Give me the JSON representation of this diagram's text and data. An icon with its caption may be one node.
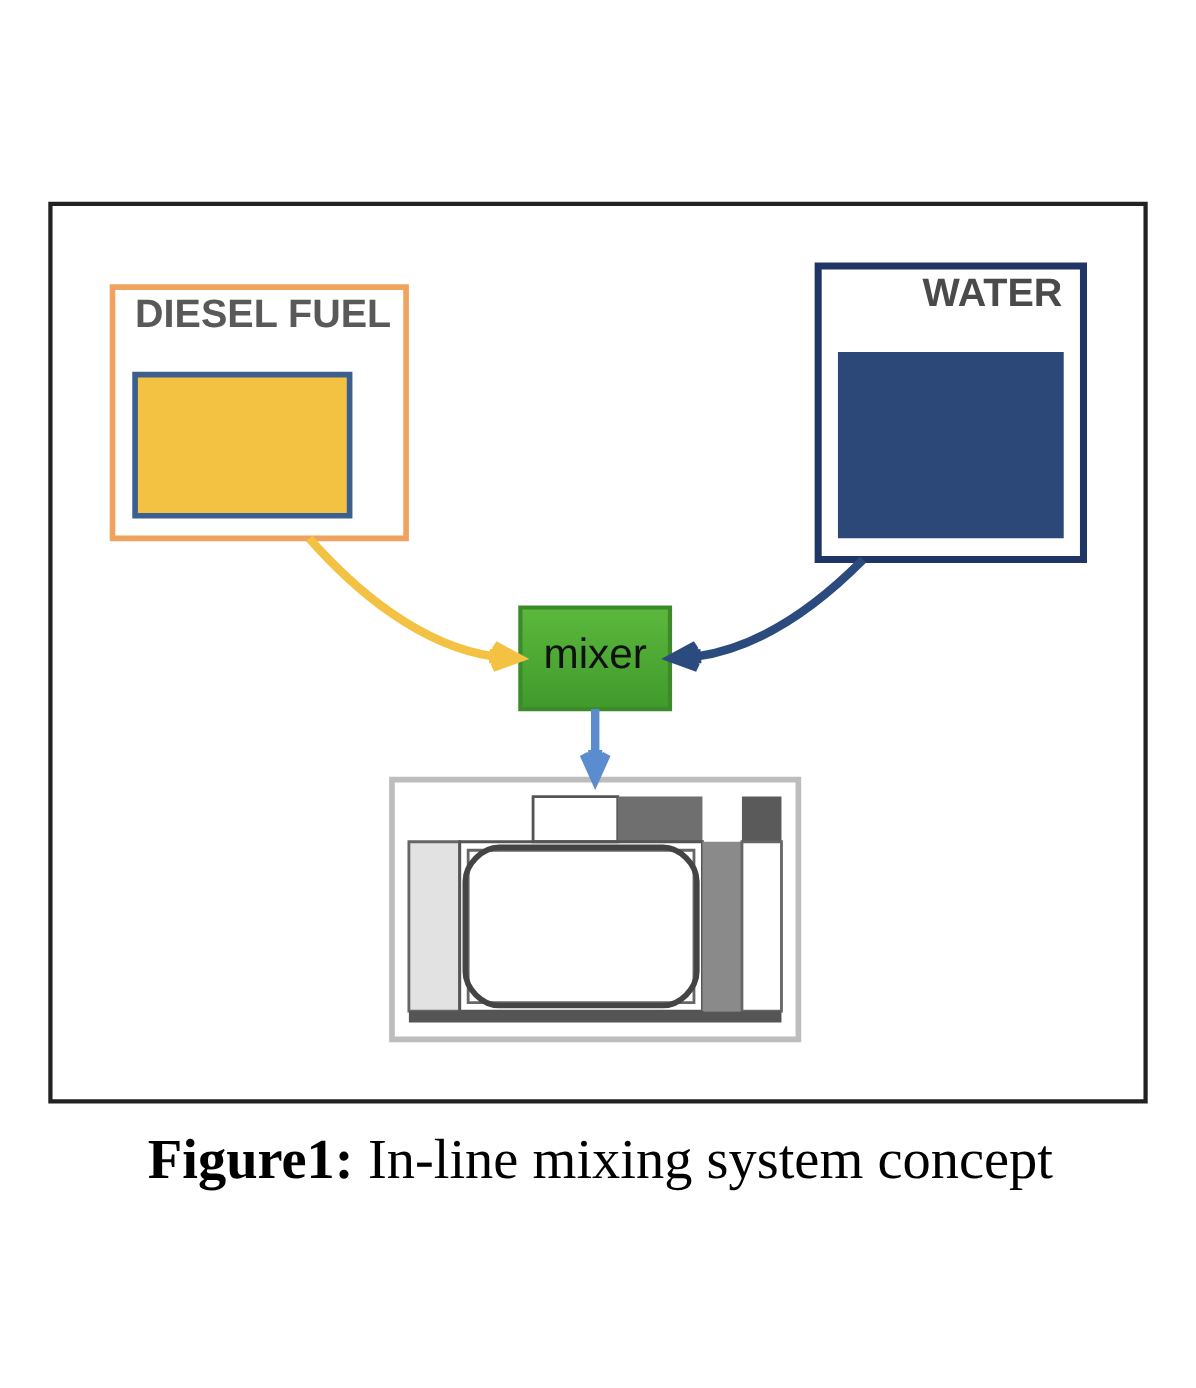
{
  "diagram": {
    "caption": "**Figure1:** In-line mixing system concept",
    "nodes": [
      {
        "text": [],
        "shape": "box"
      },
      {
        "text": [
          "DIESEL FUEL"
        ],
        "in": 0
      },
      {
        "text": [],
        "shape": "box",
        "in": 1
      },
      {
        "text": [
          "WATER"
        ],
        "in": 0
      },
      {
        "text": [],
        "shape": "box",
        "in": 3
      },
      {
        "text": [
          "mixer"
        ],
        "in": 0
      },
      {
        "text": [],
        "shape": "picture",
        "in": 0
      }
    ],
    "edges": [
      {
        "from": 1,
        "to": 5,
        "arrow": "to",
        "color": "#f4c242"
      },
      {
        "from": 3,
        "to": 5,
        "arrow": "to",
        "color": "#2b4a7e"
      },
      {
        "from": 5,
        "to": 6,
        "arrow": "to",
        "color": "#5b8ccf"
      }
    ]
  }
}
